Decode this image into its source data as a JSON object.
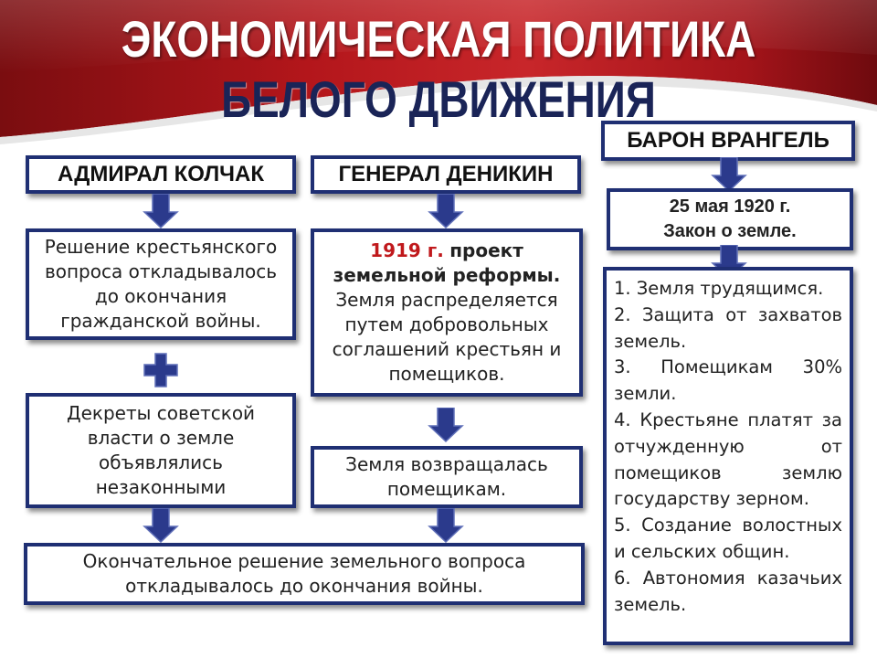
{
  "title": {
    "line1": "ЭКОНОМИЧЕСКАЯ ПОЛИТИКА",
    "line2": "БЕЛОГО ДВИЖЕНИЯ"
  },
  "kolchak": {
    "header": "АДМИРАЛ КОЛЧАК",
    "box1": [
      "Решение крестьянского",
      "вопроса откладывалось",
      "до окончания",
      "гражданской войны."
    ],
    "box2": [
      "Декреты советской",
      "власти о земле",
      "объявлялись",
      "незаконными"
    ]
  },
  "denikin": {
    "header": "ГЕНЕРАЛ ДЕНИКИН",
    "box1_year": "1919 г.",
    "box1_bold_a": "проект",
    "box1_bold_b": "земельной реформы.",
    "box1_rest": [
      "Земля распределяется",
      "путем добровольных",
      "соглашений крестьян и",
      "помещиков."
    ],
    "box2": [
      "Земля возвращалась",
      "помещикам."
    ]
  },
  "final": [
    "Окончательное решение земельного вопроса",
    "откладывалось до окончания войны."
  ],
  "wrangel": {
    "header": "БАРОН ВРАНГЕЛЬ",
    "law": [
      "25 мая 1920 г.",
      "Закон о земле."
    ],
    "items": [
      "1. Земля трудящимся.",
      "2. Защита от захватов земель.",
      "3. Помещикам 30% земли.",
      "4. Крестьяне платят за отчужденную от помещиков землю государству зерном.",
      "5. Создание волостных и сельских общин.",
      "6. Автономия казачьих земель."
    ]
  },
  "colors": {
    "border": "#1f2f73",
    "arrow": "#2b3a8c",
    "title_dark": "#1a2457",
    "accent_red": "#c0191c"
  }
}
